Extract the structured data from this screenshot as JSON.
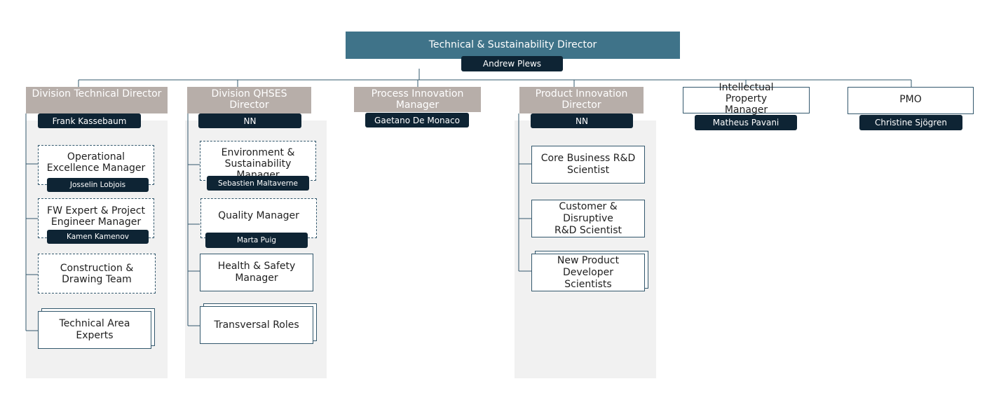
{
  "top": {
    "title": "Technical & Sustainability Director",
    "name": "Andrew Plews"
  },
  "columns": [
    {
      "title": "Division Technical Director",
      "name": "Frank Kassebaum",
      "roles": [
        {
          "title": "Operational Excellence Manager",
          "name": "Josselin Lobjois"
        },
        {
          "title": "FW Expert & Project Engineer Manager",
          "name": "Kamen Kamenov"
        },
        {
          "title": "Construction & Drawing Team"
        },
        {
          "title": "Technical Area Experts"
        }
      ]
    },
    {
      "title": "Division QHSES Director",
      "name": "NN",
      "roles": [
        {
          "title": "Environment & Sustainability Manager",
          "name": "Sebastien Maltaverne"
        },
        {
          "title": "Quality Manager",
          "name": "Marta Puig"
        },
        {
          "title": "Health & Safety Manager"
        },
        {
          "title": "Transversal Roles"
        }
      ]
    },
    {
      "title": "Process Innovation Manager",
      "name": "Gaetano De Monaco"
    },
    {
      "title": "Product Innovation Director",
      "name": "NN",
      "roles": [
        {
          "title": "Core Business R&D Scientist"
        },
        {
          "title": "Customer & Disruptive R&D Scientist"
        },
        {
          "title": "New Product Developer Scientists"
        }
      ]
    },
    {
      "title": "Intellectual Property Manager",
      "name": "Matheus Pavani"
    },
    {
      "title": "PMO",
      "name": "Christine Sjögren"
    }
  ],
  "colors": {
    "top_header": "#3f7389",
    "name_tag": "#0e2434",
    "column_header": "#b7aea9",
    "column_background": "#f1f1f1",
    "connector": "#33586d"
  }
}
